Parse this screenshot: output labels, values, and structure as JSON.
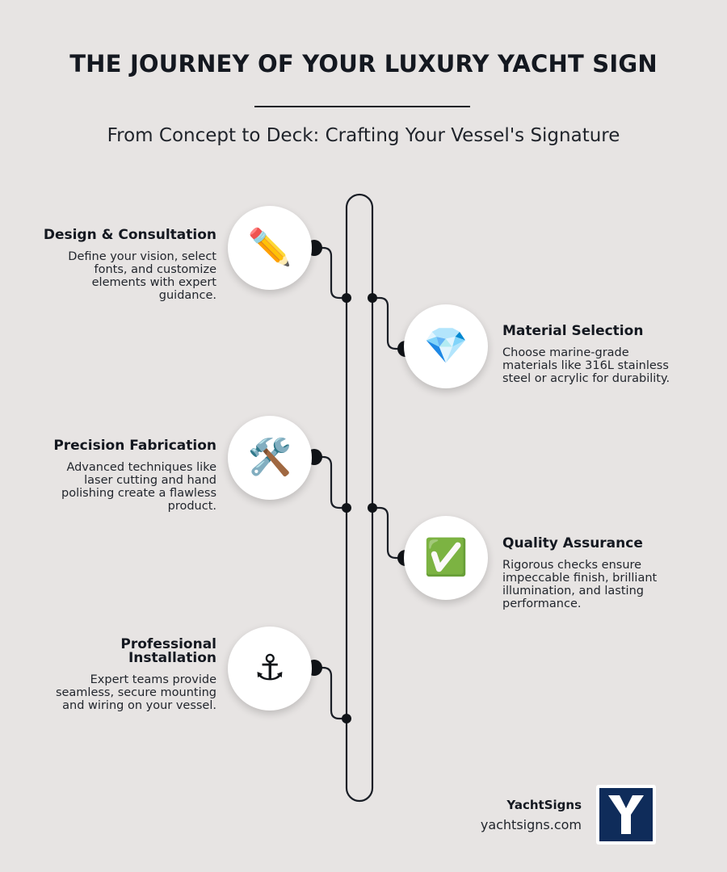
{
  "header": {
    "title": "THE JOURNEY OF YOUR LUXURY YACHT SIGN",
    "subtitle": "From Concept to Deck: Crafting Your Vessel's Signature"
  },
  "steps": [
    {
      "title": "Design & Consultation",
      "description": "Define your vision, select fonts, and customize elements with expert guidance.",
      "icon": "pencil-icon",
      "glyph": "✏️",
      "side": "left"
    },
    {
      "title": "Material Selection",
      "description": "Choose marine-grade materials like 316L stainless steel or acrylic for durability.",
      "icon": "gem-icon",
      "glyph": "💎",
      "side": "right"
    },
    {
      "title": "Precision Fabrication",
      "description": "Advanced techniques like laser cutting and hand polishing create a flawless product.",
      "icon": "hammer-wrench-icon",
      "glyph": "🛠️",
      "side": "left"
    },
    {
      "title": "Quality Assurance",
      "description": "Rigorous checks ensure impeccable finish, brilliant illumination, and lasting performance.",
      "icon": "check-mark-icon",
      "glyph": "✅",
      "side": "right"
    },
    {
      "title": "Professional Installation",
      "description": "Expert teams provide seamless, secure mounting and wiring on your vessel.",
      "icon": "anchor-icon",
      "glyph": "⚓",
      "side": "left"
    }
  ],
  "brand": {
    "name": "YachtSigns",
    "url": "yachtsigns.com",
    "logo_letter": "Y",
    "logo_color": "#0f2c5a"
  },
  "colors": {
    "background": "#e7e4e3",
    "line": "#1a1e26"
  }
}
